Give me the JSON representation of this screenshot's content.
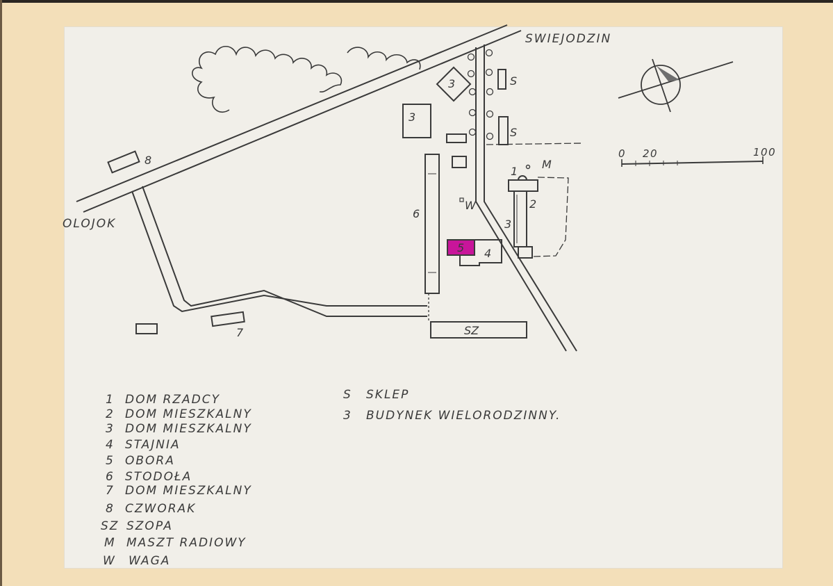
{
  "places": {
    "north": "SWIEJODZIN",
    "west": "OLOJOK"
  },
  "scale": {
    "ticks": [
      "0",
      "20",
      "100"
    ]
  },
  "map_labels": {
    "b1": "1",
    "b2": "2",
    "b3_east": "3",
    "b3_diamond": "3",
    "b3_square": "3",
    "b4": "4",
    "b5": "5",
    "b6": "6",
    "b7": "7",
    "b8": "8",
    "sz": "SZ",
    "shop1": "S",
    "shop2": "S",
    "mast": "M",
    "scale_w": "W"
  },
  "legend_left": [
    {
      "code": "1",
      "text": "DOM RZADCY"
    },
    {
      "code": "2",
      "text": "DOM MIESZKALNY"
    },
    {
      "code": "3",
      "text": "DOM MIESZKALNY"
    },
    {
      "code": "4",
      "text": "STAJNIA"
    },
    {
      "code": "5",
      "text": "OBORA"
    },
    {
      "code": "6",
      "text": "STODOŁA"
    },
    {
      "code": "7",
      "text": "DOM MIESZKALNY"
    },
    {
      "code": "8",
      "text": "CZWORAK"
    },
    {
      "code": "SZ",
      "text": "SZOPA"
    },
    {
      "code": "M",
      "text": "MASZT RADIOWY"
    },
    {
      "code": "W",
      "text": "WAGA"
    }
  ],
  "legend_right": [
    {
      "code": "S",
      "text": "SKLEP"
    },
    {
      "code": "3",
      "text": "BUDYNEK WIELORODZINNY."
    }
  ],
  "colors": {
    "highlight": "#c8159a",
    "ink": "#3a3a3a",
    "paper": "#f1efe9",
    "mount": "#f3dfb9"
  }
}
